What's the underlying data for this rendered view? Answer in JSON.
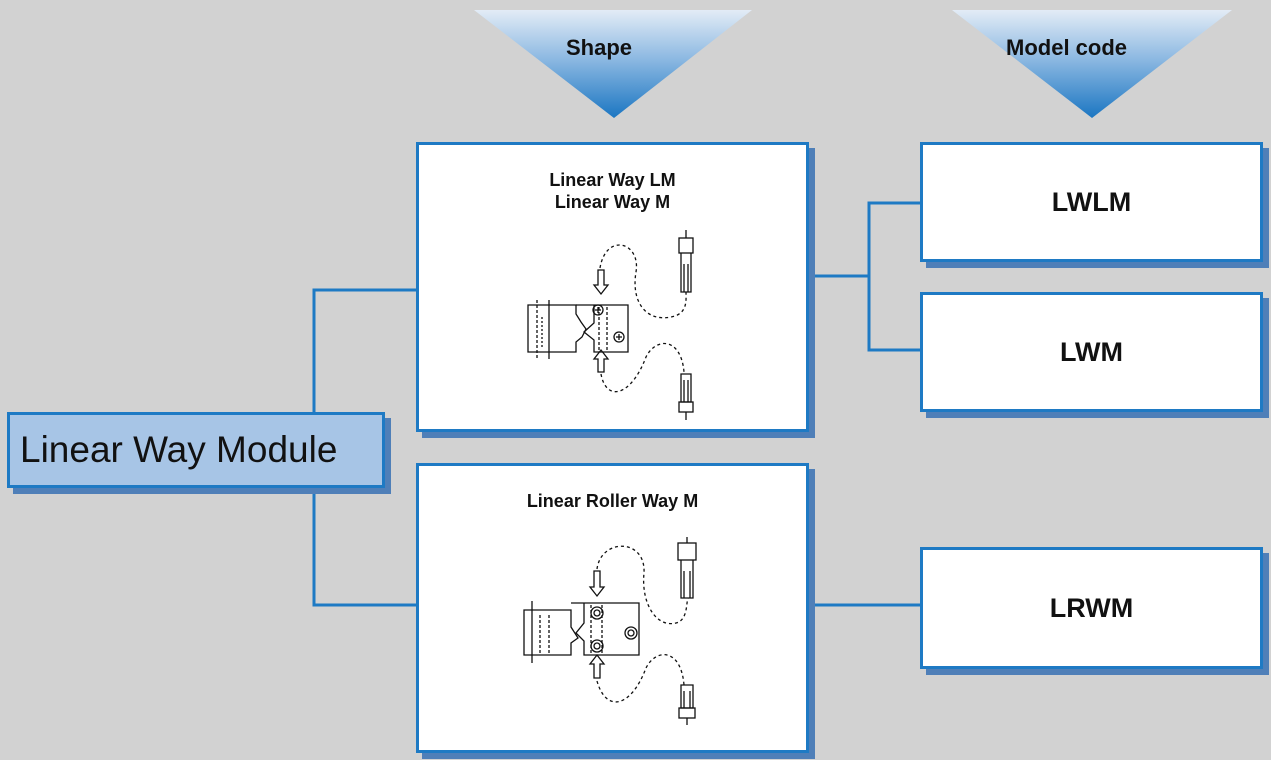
{
  "headers": {
    "shape": "Shape",
    "model_code": "Model code"
  },
  "root": {
    "label": "Linear Way Module"
  },
  "shapes": [
    {
      "line1": "Linear Way LM",
      "line2": "Linear Way M"
    },
    {
      "line1": "Linear Roller Way M"
    }
  ],
  "model_codes": [
    "LWLM",
    "LWM",
    "LRWM"
  ],
  "colors": {
    "background": "#d2d2d2",
    "border_blue": "#1e7ac4",
    "shadow_blue": "#4f7fb8",
    "root_fill": "#a7c5e6",
    "arrow_top": "#d8e6f3",
    "arrow_bottom": "#1e7ac4"
  }
}
